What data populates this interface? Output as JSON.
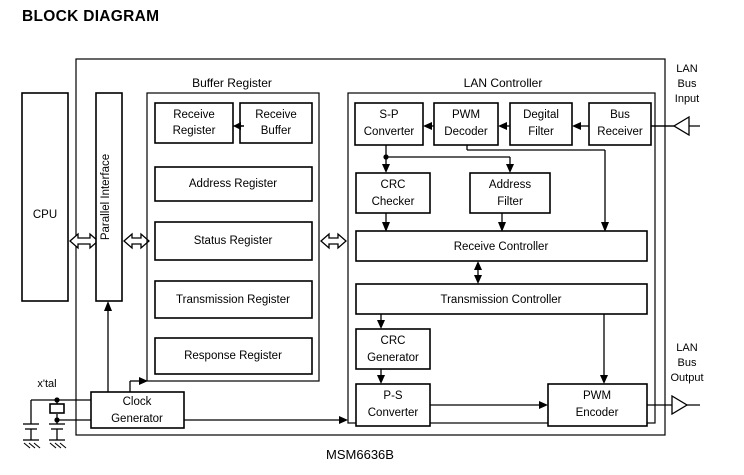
{
  "page": {
    "title": "BLOCK DIAGRAM",
    "chip_label": "MSM6636B"
  },
  "external": {
    "cpu": "CPU",
    "xtal_label": "x'tal",
    "lan_bus_input": [
      "LAN",
      "Bus",
      "Input"
    ],
    "lan_bus_output": [
      "LAN",
      "Bus",
      "Output"
    ]
  },
  "groups": {
    "buffer_register": "Buffer Register",
    "lan_controller": "LAN Controller"
  },
  "blocks": {
    "parallel_interface": "Parallel Interface",
    "receive_register": [
      "Receive",
      "Register"
    ],
    "receive_buffer": [
      "Receive",
      "Buffer"
    ],
    "address_register": "Address Register",
    "status_register": "Status Register",
    "transmission_register": "Transmission Register",
    "response_register": "Response Register",
    "clock_generator": [
      "Clock",
      "Generator"
    ],
    "sp_converter": [
      "S-P",
      "Converter"
    ],
    "pwm_decoder": [
      "PWM",
      "Decoder"
    ],
    "digital_filter": [
      "Degital",
      "Filter"
    ],
    "bus_receiver": [
      "Bus",
      "Receiver"
    ],
    "crc_checker": [
      "CRC",
      "Checker"
    ],
    "address_filter": [
      "Address",
      "Filter"
    ],
    "receive_controller": "Receive Controller",
    "transmission_controller": "Transmission  Controller",
    "crc_generator": [
      "CRC",
      "Generator"
    ],
    "ps_converter": [
      "P-S",
      "Converter"
    ],
    "pwm_encoder": [
      "PWM",
      "Encoder"
    ]
  },
  "colors": {
    "stroke": "#000000",
    "background": "#ffffff"
  }
}
